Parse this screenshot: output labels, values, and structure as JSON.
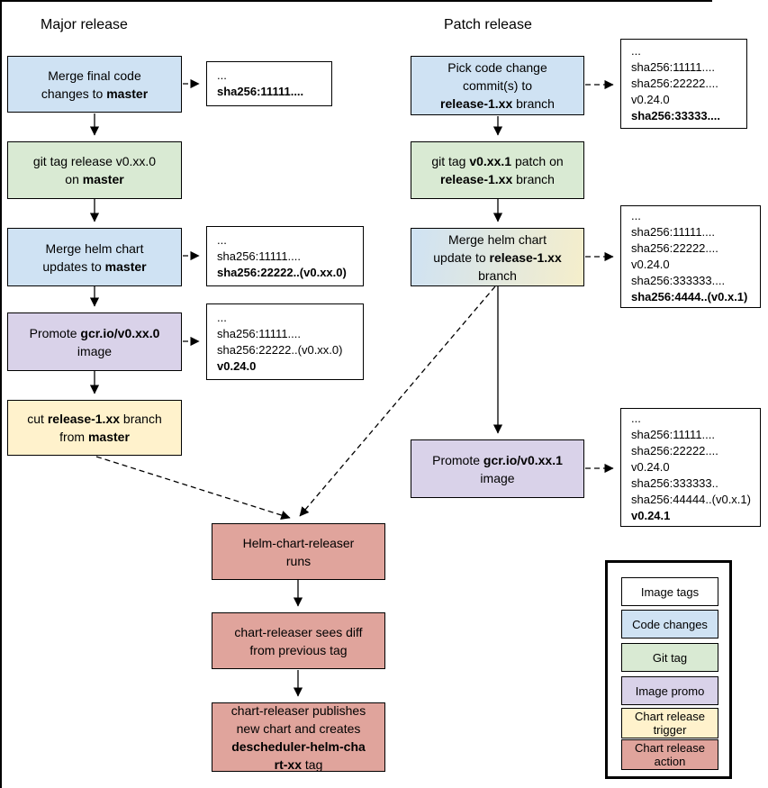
{
  "titles": {
    "major": "Major release",
    "patch": "Patch release"
  },
  "colors": {
    "image_tags": "#ffffff",
    "code_changes": "#cfe2f3",
    "git_tag": "#d9ead3",
    "image_promo": "#d9d2e9",
    "chart_release_trigger": "#fff2cc",
    "chart_release_action": "#e0a49c",
    "gradient_start": "#cfe2f3",
    "gradient_end": "#f5eecb",
    "border": "#000000"
  },
  "nodes": [
    {
      "id": "major-merge-final-code",
      "type": "code",
      "lines": [
        [
          {
            "t": "Merge final code"
          }
        ],
        [
          {
            "t": "changes to "
          },
          {
            "t": "master",
            "b": true
          }
        ]
      ]
    },
    {
      "id": "major-git-tag",
      "type": "git",
      "lines": [
        [
          {
            "t": "git tag release v0.xx.0"
          }
        ],
        [
          {
            "t": "on "
          },
          {
            "t": "master",
            "b": true
          }
        ]
      ]
    },
    {
      "id": "major-merge-helm-chart",
      "type": "code",
      "lines": [
        [
          {
            "t": "Merge helm chart"
          }
        ],
        [
          {
            "t": "updates to "
          },
          {
            "t": "master",
            "b": true
          }
        ]
      ]
    },
    {
      "id": "major-promote-image",
      "type": "promo",
      "lines": [
        [
          {
            "t": "Promote "
          },
          {
            "t": "gcr.io/v0.xx.0",
            "b": true
          }
        ],
        [
          {
            "t": "image"
          }
        ]
      ]
    },
    {
      "id": "major-cut-release-branch",
      "type": "trigger",
      "lines": [
        [
          {
            "t": "cut "
          },
          {
            "t": "release-1.xx",
            "b": true
          },
          {
            "t": " branch"
          }
        ],
        [
          {
            "t": "from "
          },
          {
            "t": "master",
            "b": true
          }
        ]
      ]
    },
    {
      "id": "patch-pick-code-change",
      "type": "code",
      "lines": [
        [
          {
            "t": "Pick code change"
          }
        ],
        [
          {
            "t": "commit(s) to"
          }
        ],
        [
          {
            "t": "release-1.xx",
            "b": true
          },
          {
            "t": " branch"
          }
        ]
      ]
    },
    {
      "id": "patch-git-tag",
      "type": "git",
      "lines": [
        [
          {
            "t": "git tag "
          },
          {
            "t": "v0.xx.1",
            "b": true
          },
          {
            "t": " patch on"
          }
        ],
        [
          {
            "t": "release-1.xx",
            "b": true
          },
          {
            "t": " branch"
          }
        ]
      ]
    },
    {
      "id": "patch-merge-helm-chart",
      "type": "gradient",
      "lines": [
        [
          {
            "t": "Merge helm chart"
          }
        ],
        [
          {
            "t": "update to "
          },
          {
            "t": "release-1.xx",
            "b": true
          }
        ],
        [
          {
            "t": "branch"
          }
        ]
      ]
    },
    {
      "id": "patch-promote-image",
      "type": "promo",
      "lines": [
        [
          {
            "t": "Promote "
          },
          {
            "t": "gcr.io/v0.xx.1",
            "b": true
          }
        ],
        [
          {
            "t": "image"
          }
        ]
      ]
    },
    {
      "id": "action-helm-chart-releaser-runs",
      "type": "action",
      "lines": [
        [
          {
            "t": "Helm-chart-releaser"
          }
        ],
        [
          {
            "t": "runs"
          }
        ]
      ]
    },
    {
      "id": "action-chart-releaser-sees-diff",
      "type": "action",
      "lines": [
        [
          {
            "t": "chart-releaser sees diff"
          }
        ],
        [
          {
            "t": "from previous tag"
          }
        ]
      ]
    },
    {
      "id": "action-chart-releaser-publishes",
      "type": "action",
      "lines": [
        [
          {
            "t": "chart-releaser publishes"
          }
        ],
        [
          {
            "t": "new chart and creates"
          }
        ],
        [
          {
            "t": "descheduler-helm-cha",
            "b": true
          }
        ],
        [
          {
            "t": "rt-xx",
            "b": true
          },
          {
            "t": " tag"
          }
        ]
      ]
    }
  ],
  "sha_boxes": [
    {
      "id": "sha-major-1",
      "lines": [
        {
          "t": "..."
        },
        {
          "t": "sha256:11111....",
          "b": true
        }
      ]
    },
    {
      "id": "sha-major-2",
      "lines": [
        {
          "t": "..."
        },
        {
          "t": "sha256:11111...."
        },
        {
          "t": "sha256:22222..(v0.xx.0)",
          "b": true
        }
      ]
    },
    {
      "id": "sha-major-3",
      "lines": [
        {
          "t": "..."
        },
        {
          "t": "sha256:11111...."
        },
        {
          "t": "sha256:22222..(v0.xx.0)"
        },
        {
          "t": "v0.24.0",
          "b": true
        }
      ]
    },
    {
      "id": "sha-patch-1",
      "lines": [
        {
          "t": "..."
        },
        {
          "t": "sha256:11111...."
        },
        {
          "t": "sha256:22222...."
        },
        {
          "t": "v0.24.0"
        },
        {
          "t": "sha256:33333....",
          "b": true
        }
      ]
    },
    {
      "id": "sha-patch-2",
      "lines": [
        {
          "t": "..."
        },
        {
          "t": "sha256:11111...."
        },
        {
          "t": "sha256:22222...."
        },
        {
          "t": "v0.24.0"
        },
        {
          "t": "sha256:333333...."
        },
        {
          "t": "sha256:4444..(v0.x.1)",
          "b": true
        }
      ]
    },
    {
      "id": "sha-patch-3",
      "lines": [
        {
          "t": "..."
        },
        {
          "t": "sha256:11111...."
        },
        {
          "t": "sha256:22222...."
        },
        {
          "t": "v0.24.0"
        },
        {
          "t": "sha256:333333.."
        },
        {
          "t": "sha256:44444..(v0.x.1)"
        },
        {
          "t": "v0.24.1",
          "b": true
        }
      ]
    }
  ],
  "legend": {
    "items": [
      {
        "label": "Image tags",
        "type": "tags"
      },
      {
        "label": "Code changes",
        "type": "code"
      },
      {
        "label": "Git tag",
        "type": "git"
      },
      {
        "label": "Image promo",
        "type": "promo"
      },
      {
        "label": "Chart release trigger",
        "type": "trigger"
      },
      {
        "label": "Chart release action",
        "type": "action"
      }
    ]
  }
}
